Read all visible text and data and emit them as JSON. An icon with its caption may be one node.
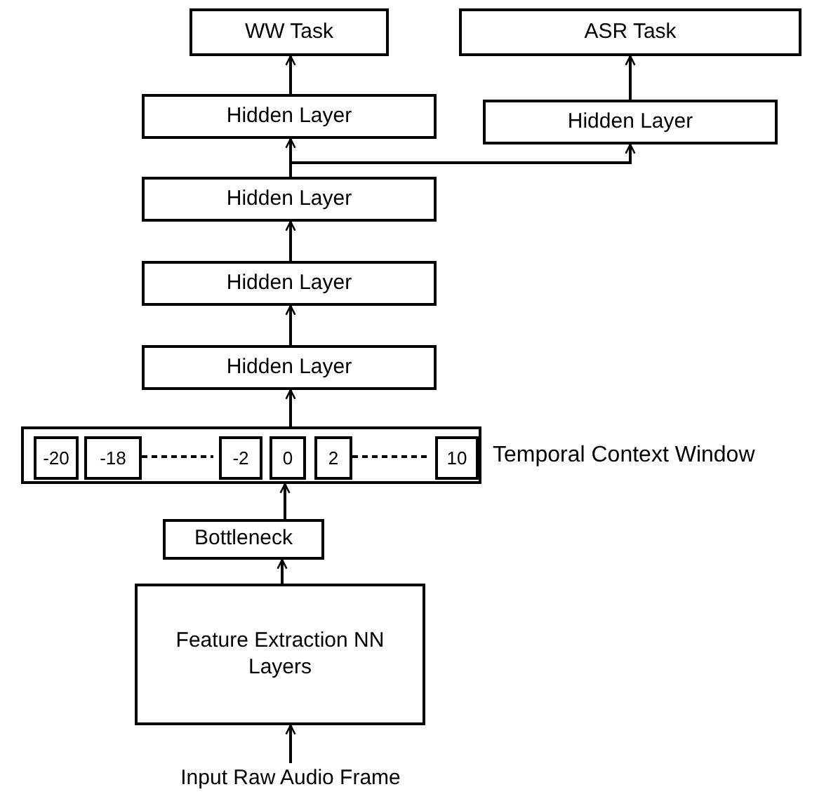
{
  "diagram": {
    "nodes": [
      {
        "text": [
          "WW Task"
        ]
      },
      {
        "text": [
          "ASR Task"
        ]
      },
      {
        "text": [
          "Hidden Layer"
        ]
      },
      {
        "text": [
          "Hidden Layer"
        ]
      },
      {
        "text": [
          "Hidden Layer"
        ]
      },
      {
        "text": [
          "Hidden Layer"
        ]
      },
      {
        "text": [
          "Hidden Layer"
        ]
      },
      {
        "text": [],
        "shape": "box",
        "beside": [
          "Temporal Context Window"
        ]
      },
      {
        "text": [
          "-20"
        ],
        "in": 7
      },
      {
        "text": [
          "-18"
        ],
        "in": 7
      },
      {
        "text": [
          "-2"
        ],
        "in": 7
      },
      {
        "text": [
          "0"
        ],
        "in": 7
      },
      {
        "text": [
          "2"
        ],
        "in": 7
      },
      {
        "text": [
          "10"
        ],
        "in": 7
      },
      {
        "text": [
          "Bottleneck"
        ]
      },
      {
        "text": [
          "Feature Extraction NN Layers"
        ]
      },
      {
        "text": [
          "Input Raw Audio Frame"
        ]
      }
    ],
    "edges": [
      {
        "from": 16,
        "to": 15,
        "arrow": "to"
      },
      {
        "from": 15,
        "to": 14,
        "arrow": "to"
      },
      {
        "from": 14,
        "to": 7,
        "arrow": "to"
      },
      {
        "from": 7,
        "to": 6,
        "arrow": "to"
      },
      {
        "from": 6,
        "to": 5,
        "arrow": "to"
      },
      {
        "from": 5,
        "to": 4,
        "arrow": "to"
      },
      {
        "from": 4,
        "to": 2,
        "arrow": "to"
      },
      {
        "from": 4,
        "to": 3,
        "arrow": "to"
      },
      {
        "from": 2,
        "to": 0,
        "arrow": "to"
      },
      {
        "from": 3,
        "to": 1,
        "arrow": "to"
      },
      {
        "from": 9,
        "to": 10,
        "arrow": "none",
        "style": "dashed"
      },
      {
        "from": 12,
        "to": 13,
        "arrow": "none",
        "style": "dashed"
      }
    ]
  }
}
